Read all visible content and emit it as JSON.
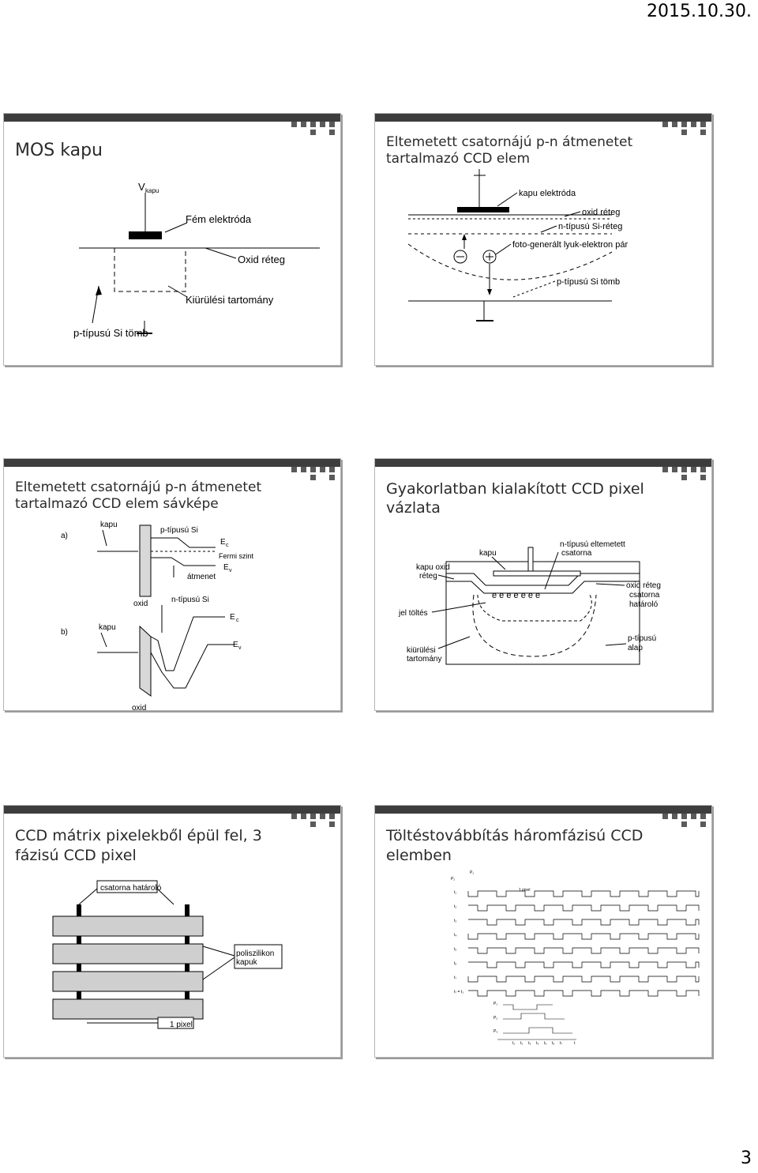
{
  "header": {
    "date": "2015.10.30."
  },
  "footer": {
    "page_number": "3"
  },
  "slides": [
    {
      "title": "MOS kapu",
      "labels": {
        "v_kapu": "V",
        "v_kapu_sub": "kapu",
        "fem_elektroda": "Fém elektróda",
        "oxid_reteg": "Oxid réteg",
        "kiurulesi": "Kiürülési tartomány",
        "p_tipusu": "p-típusú Si tömb"
      }
    },
    {
      "title": "Eltemetett csatornájú p-n átmenetet tartalmazó CCD elem",
      "labels": {
        "kapu_elektroda": "kapu elektróda",
        "oxid_reteg": "oxid réteg",
        "n_tipusu": "n-típusú Si-réteg",
        "foto": "foto-generált lyuk-elektron pár",
        "p_tipusu": "p-típusú Si tömb"
      }
    },
    {
      "title": "Eltemetett csatornájú p-n átmenetet tartalmazó CCD elem sávképe",
      "labels": {
        "a": "a)",
        "b": "b)",
        "kapu_a": "kapu",
        "kapu_b": "kapu",
        "p_tipusu_si": "p-típusú Si",
        "ec": "E",
        "ec_sub": "c",
        "fermi": "Fermi szint",
        "ev": "E",
        "ev_sub": "v",
        "atmenet": "átmenet",
        "oxid_a": "oxid",
        "n_tipusu_si": "n-típusú Si",
        "ec2": "E",
        "ec2_sub": "c",
        "ev2": "E",
        "ev2_sub": "v",
        "oxid_b": "oxid"
      }
    },
    {
      "title": "Gyakorlatban kialakított CCD pixel vázlata",
      "labels": {
        "kapu": "kapu",
        "n_eltemetett": "n-típusú eltemetett",
        "csatorna": "csatorna",
        "kapu_oxid": "kapu oxid",
        "reteg": "réteg",
        "oxid_reteg": "oxid réteg",
        "csatorna2": "csatorna",
        "hatarolo": "határoló",
        "jel_toltes": "jel töltés",
        "p_tipusu": "p-típusú",
        "alap": "alap",
        "kiurulesi": "kiürülési",
        "tartomany": "tartomány",
        "electrons": "e  e  e  e  e  e  e"
      }
    },
    {
      "title": "CCD mátrix pixelekből épül fel, 3 fázisú CCD pixel",
      "labels": {
        "csatorna_hatarolo": "csatorna határoló",
        "poliszilikon": "poliszilikon",
        "kapuk": "kapuk",
        "one_pixel": "1 pixel"
      }
    },
    {
      "title": "Töltéstovábbítás háromfázisú CCD elemben",
      "labels": {
        "rows": [
          "t₁",
          "t₂",
          "t₃",
          "t₄",
          "t₅",
          "t₆",
          "t₇",
          "t₇ = t₁"
        ],
        "phases": [
          "P₁",
          "P₂",
          "P₃"
        ],
        "ticks": [
          "t₁",
          "t₂",
          "t₃",
          "t₄",
          "t₅",
          "t₆",
          "t₇",
          "t"
        ],
        "one_pixel": "1 pixel"
      }
    }
  ]
}
